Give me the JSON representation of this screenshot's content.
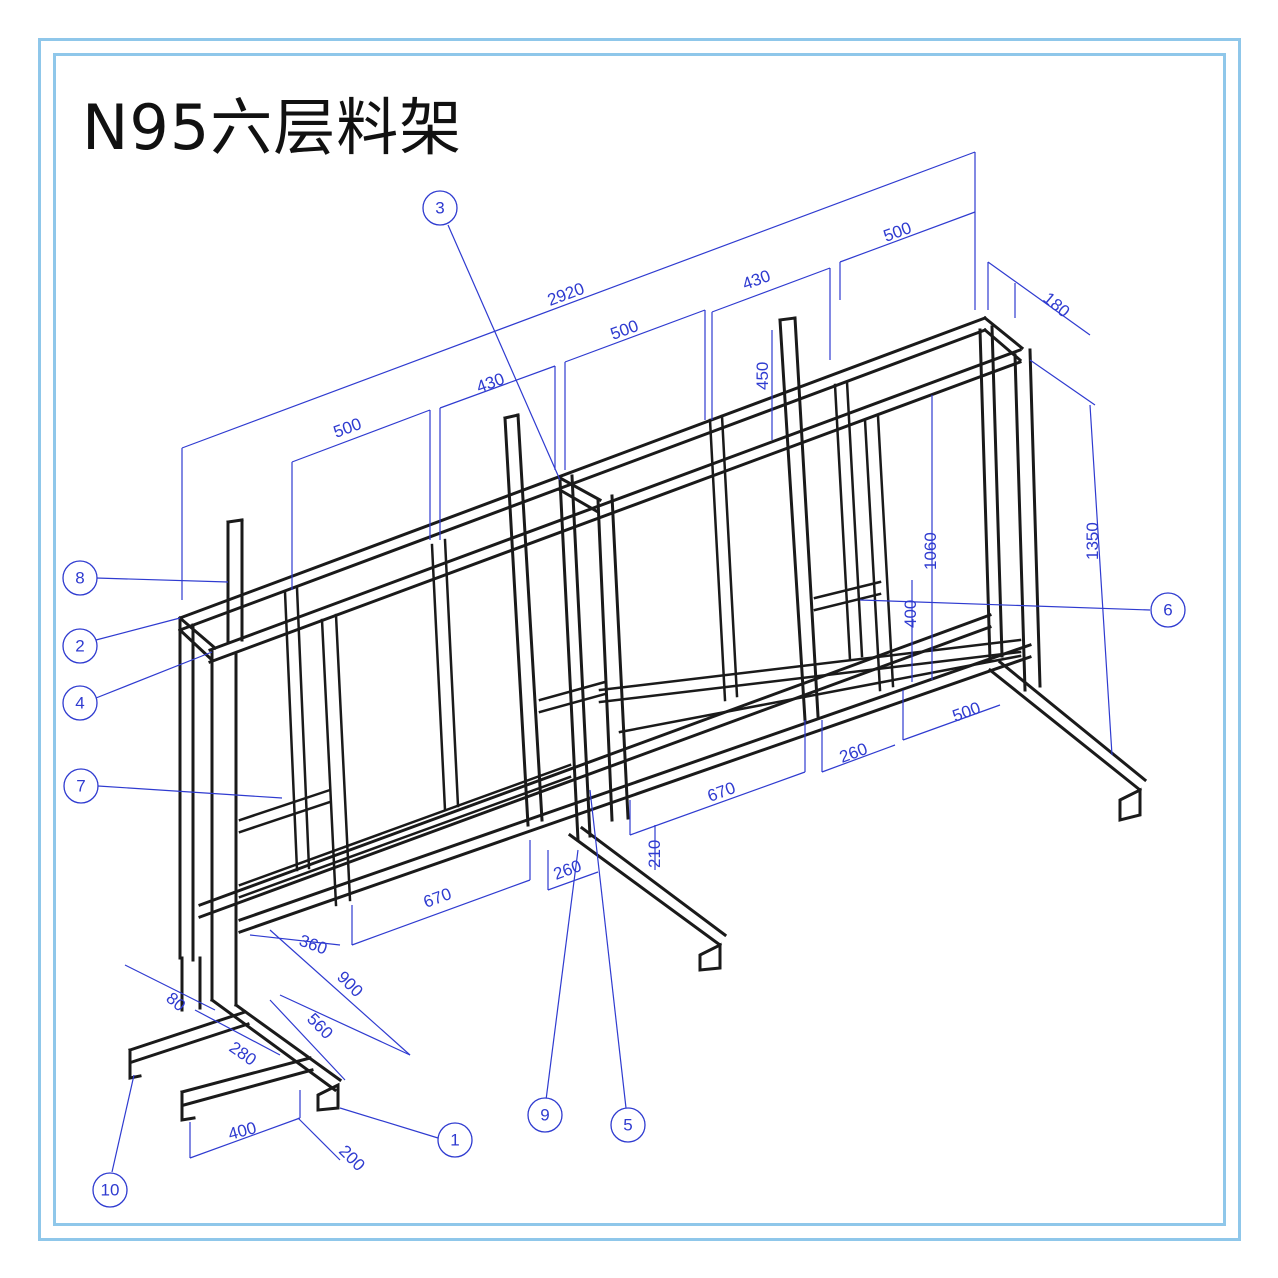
{
  "title": "N95六层料架",
  "colors": {
    "frame_border": "#8fc7ea",
    "dimension": "#2f3bd0",
    "profile": "#1a1a1a"
  },
  "dimensions": {
    "overall_length": "2920",
    "top_500_right": "500",
    "top_430_right": "430",
    "top_500_mid": "500",
    "top_430_left": "430",
    "top_500_left": "500",
    "depth_top": "180",
    "post_450": "450",
    "height_1350": "1350",
    "height_1060": "1060",
    "shelf_400": "400",
    "bottom_500_right": "500",
    "bottom_260_right": "260",
    "bottom_670_right": "670",
    "vertical_210": "210",
    "bottom_260_mid": "260",
    "bottom_670_left": "670",
    "bottom_360": "360",
    "depth_900": "900",
    "foot_80": "80",
    "foot_560": "560",
    "foot_280": "280",
    "foot_400": "400",
    "foot_200": "200"
  },
  "callouts": [
    "1",
    "2",
    "3",
    "4",
    "5",
    "6",
    "7",
    "8",
    "9",
    "10"
  ]
}
